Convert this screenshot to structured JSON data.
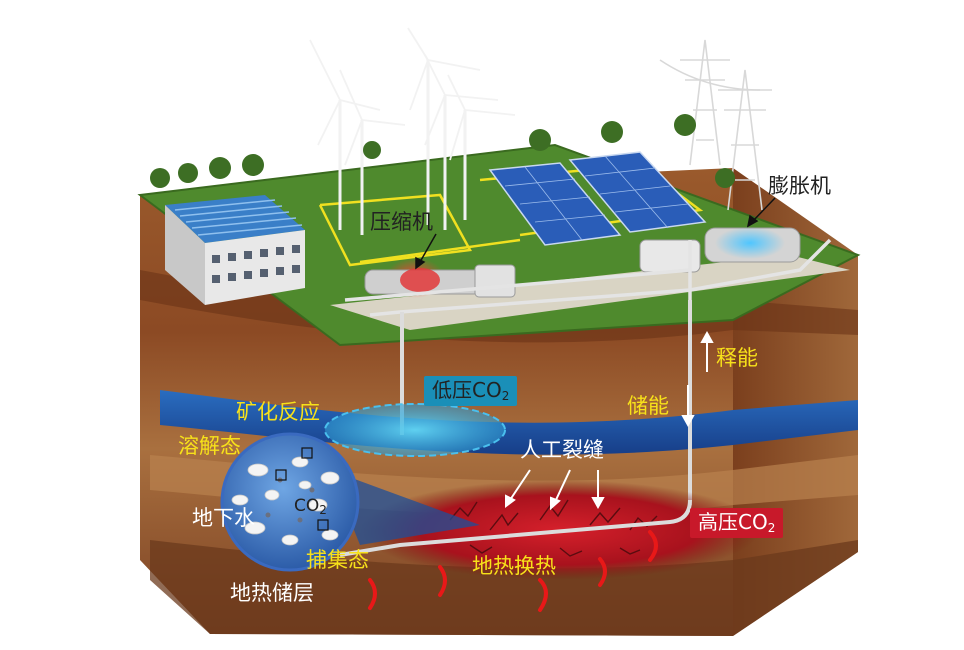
{
  "labels": {
    "compressor": "压缩机",
    "expander": "膨胀机",
    "release_energy": "释能",
    "store_energy": "储能",
    "mineralization": "矿化反应",
    "dissolved_state": "溶解态",
    "groundwater": "地下水",
    "co2_inner": "CO",
    "co2_inner_sub": "2",
    "captured_state": "捕集态",
    "geothermal_reservoir": "地热储层",
    "artificial_fracture": "人工裂缝",
    "geothermal_exchange": "地热换热"
  },
  "tags": {
    "low_pressure_prefix": "低压CO",
    "low_pressure_sub": "2",
    "high_pressure_prefix": "高压CO",
    "high_pressure_sub": "2"
  },
  "colors": {
    "label_yellow": "#f7e11a",
    "low_pressure_bg": "#1a8fb8",
    "high_pressure_bg": "#c8192a",
    "grass": "#4f8a2d",
    "soil": "#8a4a22",
    "water_layer": "#1d5aa8",
    "reservoir_red": "#b5141f"
  }
}
